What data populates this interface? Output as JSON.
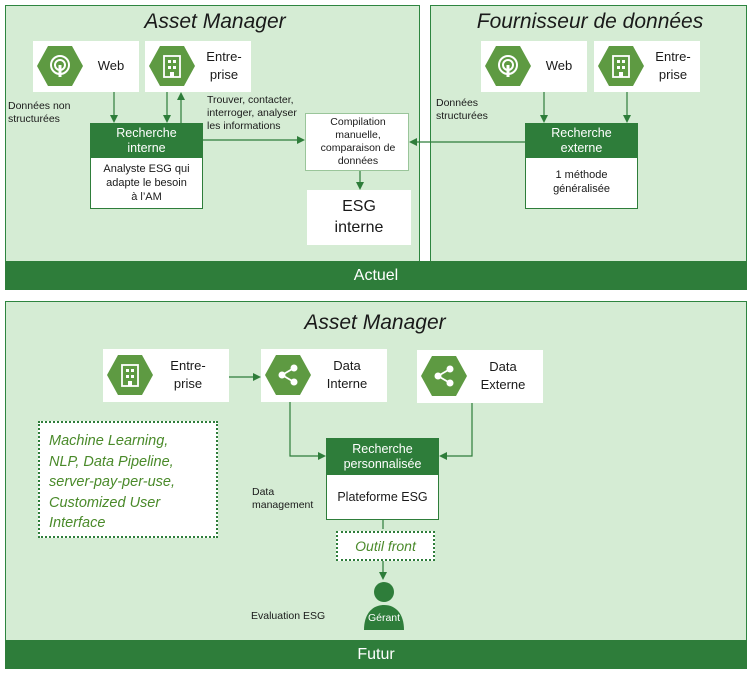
{
  "top": {
    "left_title": "Asset Manager",
    "right_title": "Fournisseur de données",
    "left_web_label": "Web",
    "left_entreprise_label": "Entre-\nprise",
    "right_web_label": "Web",
    "right_entreprise_label": "Entre-\nprise",
    "unstructured_note": "Données non\nstructurées",
    "structured_note": "Données\nstructurées",
    "find_note": "Trouver, contacter,\ninterroger, analyser\nles informations",
    "internal_research_head": "Recherche\ninterne",
    "internal_research_body": "Analyste ESG qui\nadapte le besoin\nà l’AM",
    "compilation_text": "Compilation\nmanuelle,\ncomparaison de\ndonnées",
    "esg_internal_text": "ESG\ninterne",
    "external_research_head": "Recherche\nexterne",
    "external_research_body": "1 méthode\ngénéralisée",
    "bar_label": "Actuel"
  },
  "bottom": {
    "title": "Asset Manager",
    "entreprise_label": "Entre-\nprise",
    "data_internal_label": "Data\nInterne",
    "data_external_label": "Data\nExterne",
    "tech_text": "Machine Learning,\nNLP, Data Pipeline,\nserver-pay-per-use,\nCustomized User\nInterface",
    "custom_research_head": "Recherche\npersonnalisée",
    "platform_text": "Plateforme ESG",
    "data_management_note": "Data\nmanagement",
    "front_tool_text": "Outil front",
    "manager_label": "Gérant",
    "evaluation_note": "Evaluation ESG",
    "bar_label": "Futur"
  },
  "colors": {
    "panel_bg": "#d5ecd4",
    "dark_green": "#2e7d3a",
    "hex_green": "#5e9a42",
    "text_green": "#4a8a2a"
  },
  "icons": {
    "web": "web-beacon-icon",
    "entreprise": "building-icon",
    "data": "share-icon",
    "person": "person-icon"
  }
}
